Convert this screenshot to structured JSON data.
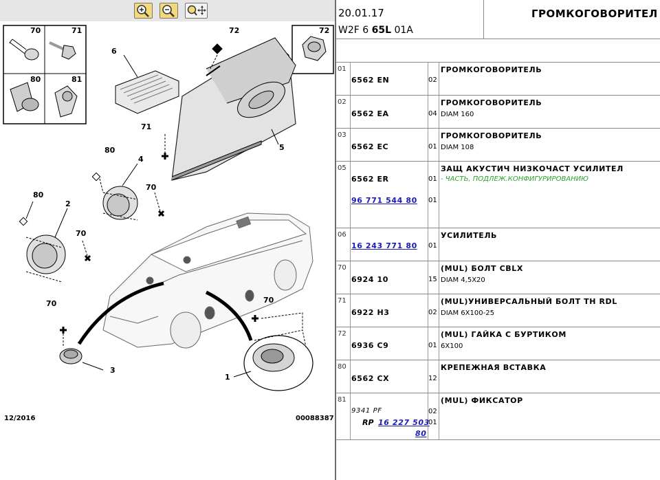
{
  "diagram": {
    "footer_left": "12/2016",
    "footer_right": "00088387",
    "callouts": [
      "70",
      "71",
      "80",
      "81",
      "72",
      "72",
      "6",
      "5",
      "71",
      "80",
      "4",
      "70",
      "80",
      "2",
      "70",
      "70",
      "70",
      "3",
      "1"
    ]
  },
  "header": {
    "date": "20.01.17",
    "code_prefix": "W2F 6 ",
    "code_bold": "65L",
    "code_suffix": " 01A",
    "title": "ГРОМКОГОВОРИТЕЛ"
  },
  "rows": [
    {
      "pos": "01",
      "ref": "6562 EN",
      "qty": "02",
      "desc": "ГРОМКОГОВОРИТЕЛЬ",
      "sub": ""
    },
    {
      "pos": "02",
      "ref": "6562 EA",
      "qty": "04",
      "desc": "ГРОМКОГОВОРИТЕЛЬ",
      "sub": "DIAM 160"
    },
    {
      "pos": "03",
      "ref": "6562 EC",
      "qty": "01",
      "desc": "ГРОМКОГОВОРИТЕЛЬ",
      "sub": "DIAM 108"
    },
    {
      "pos": "05",
      "ref": "6562 ER",
      "qty": "01",
      "desc": "ЗАЩ АКУСТИЧ НИЗКОЧАСТ УСИЛИТЕЛ",
      "sub": "- ЧАСТЬ, ПОДЛЕЖ.КОНФИГУРИРОВАНИЮ",
      "ref2": "96 771 544 80",
      "qty2": "01"
    },
    {
      "pos": "06",
      "ref": "16 243 771 80",
      "qty": "01",
      "desc": "УСИЛИТЕЛЬ",
      "sub": ""
    },
    {
      "pos": "70",
      "ref": "6924 10",
      "qty": "15",
      "desc": "(MUL) БОЛТ CBLX",
      "sub": "DIAM 4,5X20"
    },
    {
      "pos": "71",
      "ref": "6922 H3",
      "qty": "02",
      "desc": "(MUL)УНИВЕРСАЛЬНЫЙ БОЛТ TH RDL",
      "sub": "DIAM 6X100-25"
    },
    {
      "pos": "72",
      "ref": "6936 C9",
      "qty": "01",
      "desc": "(MUL) ГАЙКА С БУРТИКОМ",
      "sub": "6X100"
    },
    {
      "pos": "80",
      "ref": "6562 CX",
      "qty": "12",
      "desc": "КРЕПЕЖНАЯ ВСТАВКА",
      "sub": ""
    },
    {
      "pos": "81",
      "ref": "9341 PF",
      "qty": "02",
      "desc": "(MUL) ФИКСАТОР",
      "sub": "",
      "rp_label": "RP",
      "rp_ref_a": "16 227 503",
      "rp_ref_b": "80",
      "qty2": "01"
    }
  ],
  "colors": {
    "link": "#1a1ab8",
    "note_green": "#2ea32e",
    "zoom_button": "#f3d97a"
  },
  "icons": [
    "zoom-in-icon",
    "zoom-out-icon",
    "zoom-fit-icon"
  ]
}
